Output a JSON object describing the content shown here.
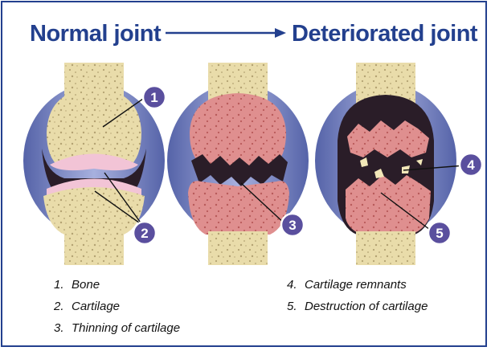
{
  "header": {
    "left_label": "Normal joint",
    "right_label": "Deteriorated joint"
  },
  "callouts": [
    "1",
    "2",
    "3",
    "4",
    "5"
  ],
  "legend": [
    {
      "num": "1.",
      "text": "Bone"
    },
    {
      "num": "2.",
      "text": "Cartilage"
    },
    {
      "num": "3.",
      "text": "Thinning of cartilage"
    },
    {
      "num": "4.",
      "text": "Cartilage remnants"
    },
    {
      "num": "5.",
      "text": "Destruction of cartilage"
    }
  ],
  "colors": {
    "title": "#23408e",
    "frame": "#23408e",
    "bone": "#e9dcaa",
    "bone_pores": "#b3a272",
    "capsule": "#7a87c3",
    "cartilage": "#f2c4d6",
    "inflamed_bone": "#df8f8f",
    "joint_space": "#2a1d28",
    "callout": "#5a4f9e"
  }
}
